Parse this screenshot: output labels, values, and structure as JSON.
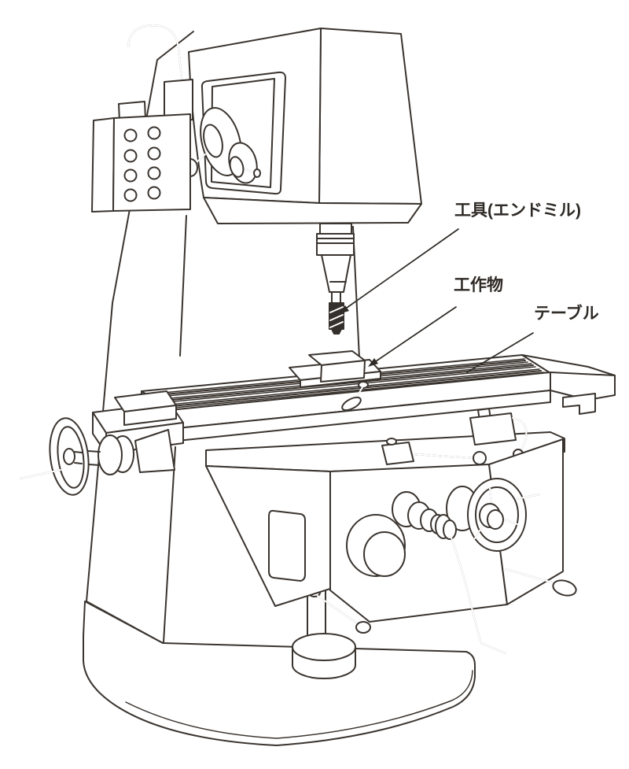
{
  "labels": {
    "tool": "工具(エンドミル)",
    "workpiece": "工作物",
    "table": "テーブル"
  },
  "colors": {
    "line": "#3a342f",
    "text": "#2e2a26",
    "background": "#ffffff"
  }
}
